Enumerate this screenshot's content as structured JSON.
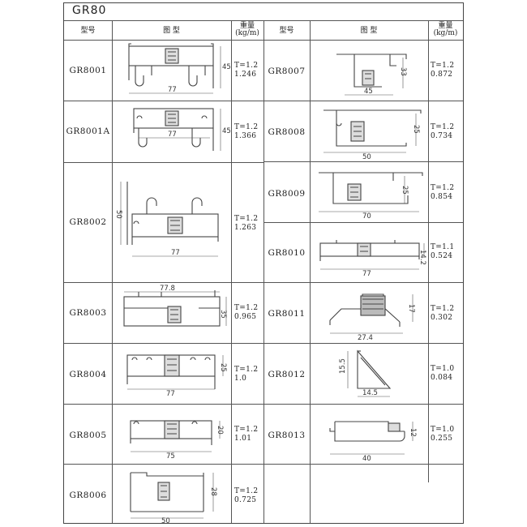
{
  "series_title": "GR80",
  "columns": {
    "model": "型号",
    "figure": "图  型",
    "weight_top": "重量",
    "weight_unit": "(kg/m)"
  },
  "left_rows": [
    {
      "model": "GR8001",
      "thickness": "T=1.2",
      "weight": "1.246",
      "dims": [
        "77",
        "45"
      ]
    },
    {
      "model": "GR8001A",
      "thickness": "T=1.2",
      "weight": "1.366",
      "dims": [
        "77",
        "45"
      ]
    },
    {
      "model": "GR8002",
      "thickness": "T=1.2",
      "weight": "1.263",
      "dims": [
        "77",
        "50"
      ]
    },
    {
      "model": "GR8003",
      "thickness": "T=1.2",
      "weight": "0.965",
      "dims": [
        "77.8",
        "35"
      ]
    },
    {
      "model": "GR8004",
      "thickness": "T=1.2",
      "weight": "1.0",
      "dims": [
        "77",
        "25"
      ]
    },
    {
      "model": "GR8005",
      "thickness": "T=1.2",
      "weight": "1.01",
      "dims": [
        "75",
        "20"
      ]
    },
    {
      "model": "GR8006",
      "thickness": "T=1.2",
      "weight": "0.725",
      "dims": [
        "50",
        "28"
      ]
    }
  ],
  "right_rows": [
    {
      "model": "GR8007",
      "thickness": "T=1.2",
      "weight": "0.872",
      "dims": [
        "45",
        "33"
      ]
    },
    {
      "model": "GR8008",
      "thickness": "T=1.2",
      "weight": "0.734",
      "dims": [
        "50",
        "25"
      ]
    },
    {
      "model": "GR8009",
      "thickness": "T=1.2",
      "weight": "0.854",
      "dims": [
        "70",
        "25"
      ]
    },
    {
      "model": "GR8010",
      "thickness": "T=1.1",
      "weight": "0.524",
      "dims": [
        "77",
        "14.2"
      ]
    },
    {
      "model": "GR8011",
      "thickness": "T=1.2",
      "weight": "0.302",
      "dims": [
        "27.4",
        "17"
      ]
    },
    {
      "model": "GR8012",
      "thickness": "T=1.0",
      "weight": "0.084",
      "dims": [
        "14.5",
        "15.5"
      ]
    },
    {
      "model": "GR8013",
      "thickness": "T=1.0",
      "weight": "0.255",
      "dims": [
        "40",
        "12"
      ]
    }
  ]
}
